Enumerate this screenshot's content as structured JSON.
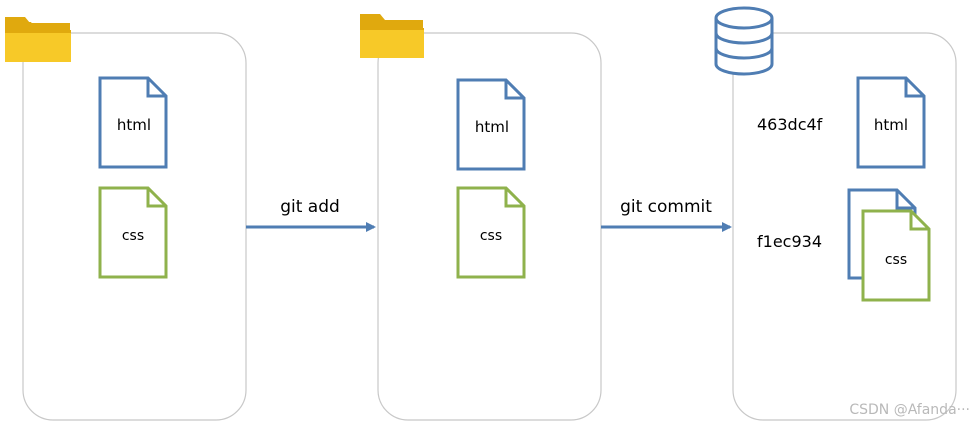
{
  "stages": [
    {
      "container": "folder-icon",
      "files": [
        {
          "label": "html",
          "color": "#4f7db3"
        },
        {
          "label": "css",
          "color": "#8fb24c"
        }
      ]
    },
    {
      "container": "folder-icon",
      "files": [
        {
          "label": "html",
          "color": "#4f7db3"
        },
        {
          "label": "css",
          "color": "#8fb24c"
        }
      ]
    },
    {
      "container": "database-icon",
      "commits": [
        {
          "hash": "463dc4f",
          "file": "html",
          "color": "#4f7db3"
        },
        {
          "hash": "f1ec934",
          "file": "css",
          "color": "#8fb24c"
        }
      ]
    }
  ],
  "arrows": [
    {
      "label": "git add"
    },
    {
      "label": "git commit"
    }
  ],
  "watermark": "CSDN @Afanda···",
  "colors": {
    "panel_border": "#c8c8c8",
    "arrow": "#4f7db3",
    "folder": "#f7c928",
    "folder_dark": "#e0a90e",
    "database": "#4f7db3",
    "html_file": "#4f7db3",
    "css_file": "#8fb24c"
  }
}
